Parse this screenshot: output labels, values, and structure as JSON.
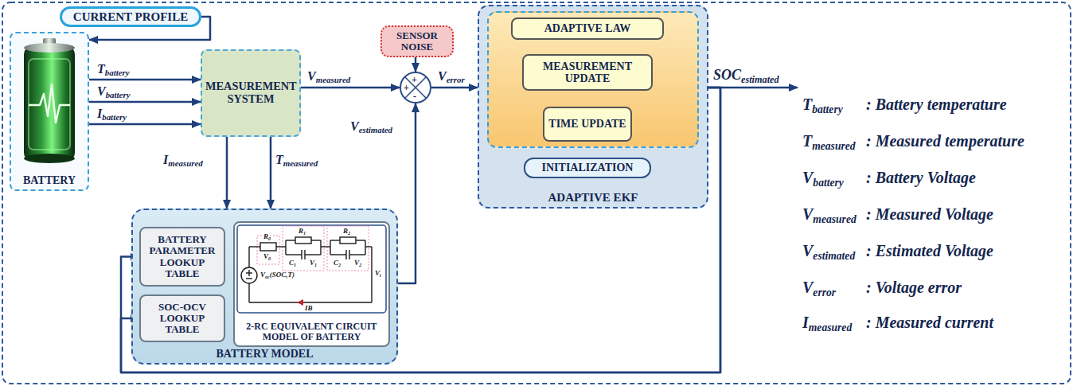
{
  "diagram": {
    "nodes": [
      {
        "text": [
          "CURRENT PROFILE"
        ]
      },
      {
        "text": [
          "BATTERY"
        ]
      },
      {
        "text": [
          "MEASUREMENT SYSTEM"
        ]
      },
      {
        "text": [
          "SENSOR NOISE"
        ]
      },
      {
        "text": [
          "+",
          "+",
          "-"
        ]
      },
      {
        "text": [
          "BATTERY MODEL"
        ]
      },
      {
        "text": [
          "BATTERY PARAMETER LOOKUP TABLE"
        ],
        "in": 5
      },
      {
        "text": [
          "SOC-OCV LOOKUP TABLE"
        ],
        "in": 5
      },
      {
        "text": [
          "2-RC EQUIVALENT CIRCUIT MODEL OF BATTERY"
        ],
        "in": 5
      },
      {
        "text": [
          "ADAPTIVE EKF"
        ]
      },
      {
        "text": [
          "ADAPTIVE LAW"
        ],
        "in": 9
      },
      {
        "text": [
          "MEASUREMENT UPDATE"
        ],
        "in": 9
      },
      {
        "text": [
          "TIME UPDATE"
        ],
        "in": 9
      },
      {
        "text": [
          "INITIALIZATION"
        ],
        "in": 9
      }
    ],
    "edges": [
      {
        "from": 0,
        "to": 1,
        "arrow": "to"
      },
      {
        "from": 1,
        "to": 2,
        "label": "Tbattery",
        "arrow": "to"
      },
      {
        "from": 1,
        "to": 2,
        "label": "Vbattery",
        "arrow": "to"
      },
      {
        "from": 1,
        "to": 2,
        "label": "Ibattery",
        "arrow": "to"
      },
      {
        "from": 2,
        "to": 4,
        "label": "Vmeasured",
        "arrow": "to"
      },
      {
        "from": 3,
        "to": 4,
        "arrow": "to"
      },
      {
        "from": 2,
        "to": 5,
        "label": "Imeasured",
        "arrow": "to"
      },
      {
        "from": 2,
        "to": 5,
        "label": "Tmeasured",
        "arrow": "to"
      },
      {
        "from": 6,
        "to": 8,
        "arrow": "to"
      },
      {
        "from": 7,
        "to": 8,
        "arrow": "to"
      },
      {
        "from": 8,
        "to": 4,
        "label": "Vestimated",
        "arrow": "to"
      },
      {
        "from": 4,
        "to": 9,
        "label": "Verror",
        "arrow": "to"
      },
      {
        "from": 9,
        "to": 6,
        "arrow": "to"
      },
      {
        "from": 9,
        "to": 7,
        "arrow": "to"
      },
      {
        "from": 13,
        "to": 12,
        "arrow": "to"
      },
      {
        "from": 12,
        "to": 11,
        "arrow": "to"
      },
      {
        "from": 11,
        "to": 10,
        "arrow": "to"
      },
      {
        "from": 10,
        "to": 12,
        "arrow": "to"
      }
    ],
    "labels": [
      "SOCestimated",
      "Voc(SOC,T)",
      "R0",
      "V0",
      "R1",
      "C1",
      "V1",
      "R2",
      "C2",
      "V2",
      "Vt",
      "IB",
      "Tbattery",
      ": Battery temperature",
      "Tmeasured",
      ": Measured temperature",
      "Vbattery",
      ": Battery Voltage",
      "Vmeasured",
      ": Measured Voltage",
      "Vestimated",
      ": Estimated Voltage",
      "Verror",
      ": Voltage error",
      "Imeasured",
      ": Measured current"
    ]
  }
}
